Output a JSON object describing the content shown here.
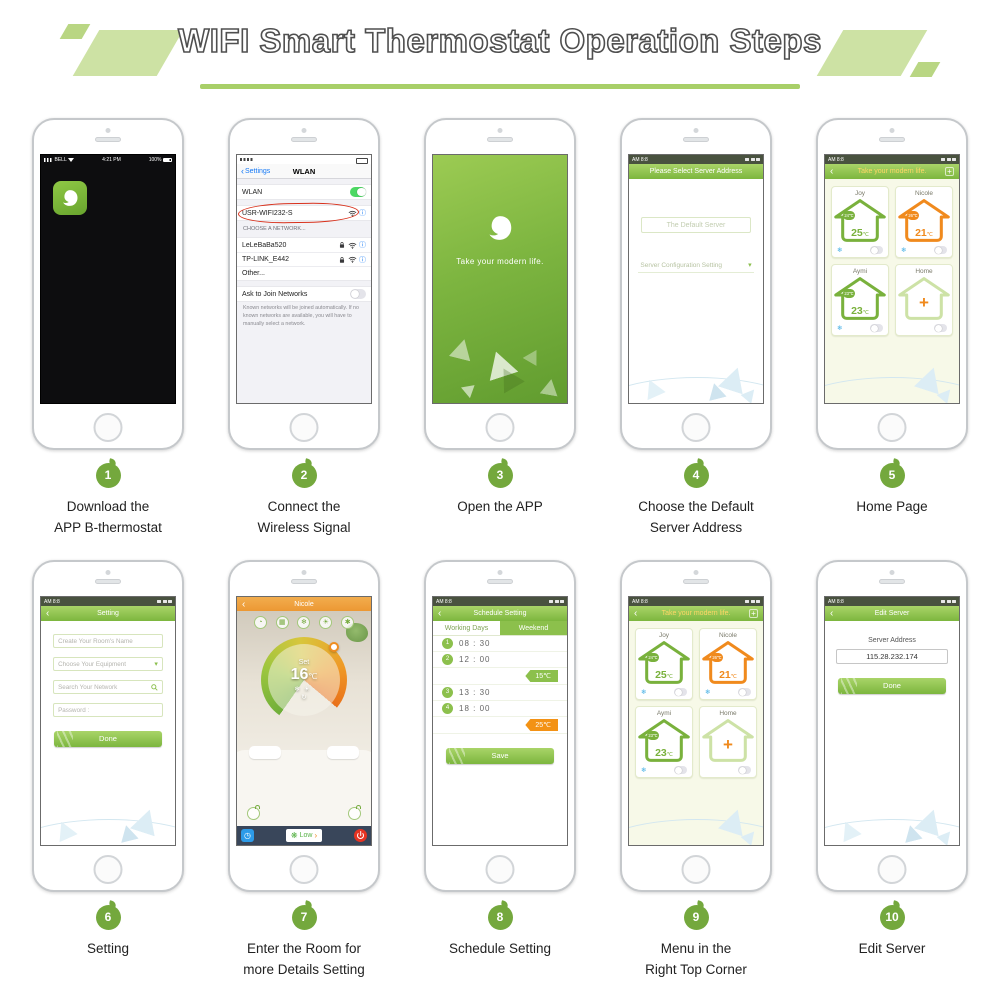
{
  "page": {
    "title": "WIFI Smart Thermostat Operation Steps"
  },
  "status": {
    "time": "AM 8:8"
  },
  "icons": {
    "back": "‹",
    "chevron": "›",
    "caret": "▾",
    "plus": "+",
    "snowflake": "❄",
    "sun": "☀",
    "refresh": "↻",
    "fan": "❋",
    "info": "ⓘ",
    "timer": "◷",
    "circle_icons": [
      "◔",
      "▦",
      "❄",
      "☀",
      "✱"
    ]
  },
  "steps": [
    {
      "num": "1",
      "caption": "Download the\nAPP B-thermostat"
    },
    {
      "num": "2",
      "caption": "Connect the\nWireless Signal"
    },
    {
      "num": "3",
      "caption": "Open the APP"
    },
    {
      "num": "4",
      "caption": "Choose the Default\nServer Address"
    },
    {
      "num": "5",
      "caption": "Home Page"
    },
    {
      "num": "6",
      "caption": "Setting"
    },
    {
      "num": "7",
      "caption": "Enter the Room for\nmore Details Setting"
    },
    {
      "num": "8",
      "caption": "Schedule Setting"
    },
    {
      "num": "9",
      "caption": "Menu in the\nRight Top Corner"
    },
    {
      "num": "10",
      "caption": "Edit Server"
    }
  ],
  "s1": {
    "carrier": "BELL",
    "time": "4:21 PM",
    "battery": "100%"
  },
  "s2": {
    "back": "Settings",
    "title": "WLAN",
    "wlan": "WLAN",
    "current": "USR-WIFI232-S",
    "choose": "CHOOSE A NETWORK...",
    "net1": "LeLeBaBa520",
    "net2": "TP-LINK_E442",
    "other": "Other...",
    "ask": "Ask to Join Networks",
    "note": "Known networks will be joined automatically. If no known networks are available, you will have to manually select a network."
  },
  "s3": {
    "tagline": "Take your modern life."
  },
  "s4": {
    "header": "Please Select Server Address",
    "default_btn": "The Default Server",
    "config": "Server Configuration Setting"
  },
  "home": {
    "header": "Take your modern life.",
    "rooms": [
      {
        "name": "Joy",
        "small": "24℃",
        "temp": "25",
        "unit": "℃"
      },
      {
        "name": "Nicole",
        "small": "26℃",
        "temp": "21",
        "unit": "℃"
      },
      {
        "name": "Aymi",
        "small": "23℃",
        "temp": "23",
        "unit": "℃"
      },
      {
        "name": "Home"
      }
    ]
  },
  "s6": {
    "header": "Setting",
    "field1": "Create Your Room's Name",
    "field2": "Choose Your Equipment",
    "field3": "Search Your Network",
    "field4": "Password :",
    "done": "Done"
  },
  "s7": {
    "header": "Nicole",
    "set_label": "Set",
    "temp": "16",
    "unit": "℃",
    "fan_speed": "Low"
  },
  "s8": {
    "header": "Schedule Setting",
    "tab_workdays": "Working Days",
    "tab_weekend": "Weekend",
    "slots": [
      {
        "n": "1",
        "time": "08 : 30"
      },
      {
        "n": "2",
        "time": "12 : 00"
      },
      {
        "n": "3",
        "time": "13 : 30"
      },
      {
        "n": "4",
        "time": "18 : 00"
      }
    ],
    "chip_low": "15℃",
    "chip_high": "25℃",
    "save": "Save"
  },
  "s10": {
    "header": "Edit Server",
    "label": "Server Address",
    "value": "115.28.232.174",
    "done": "Done"
  }
}
